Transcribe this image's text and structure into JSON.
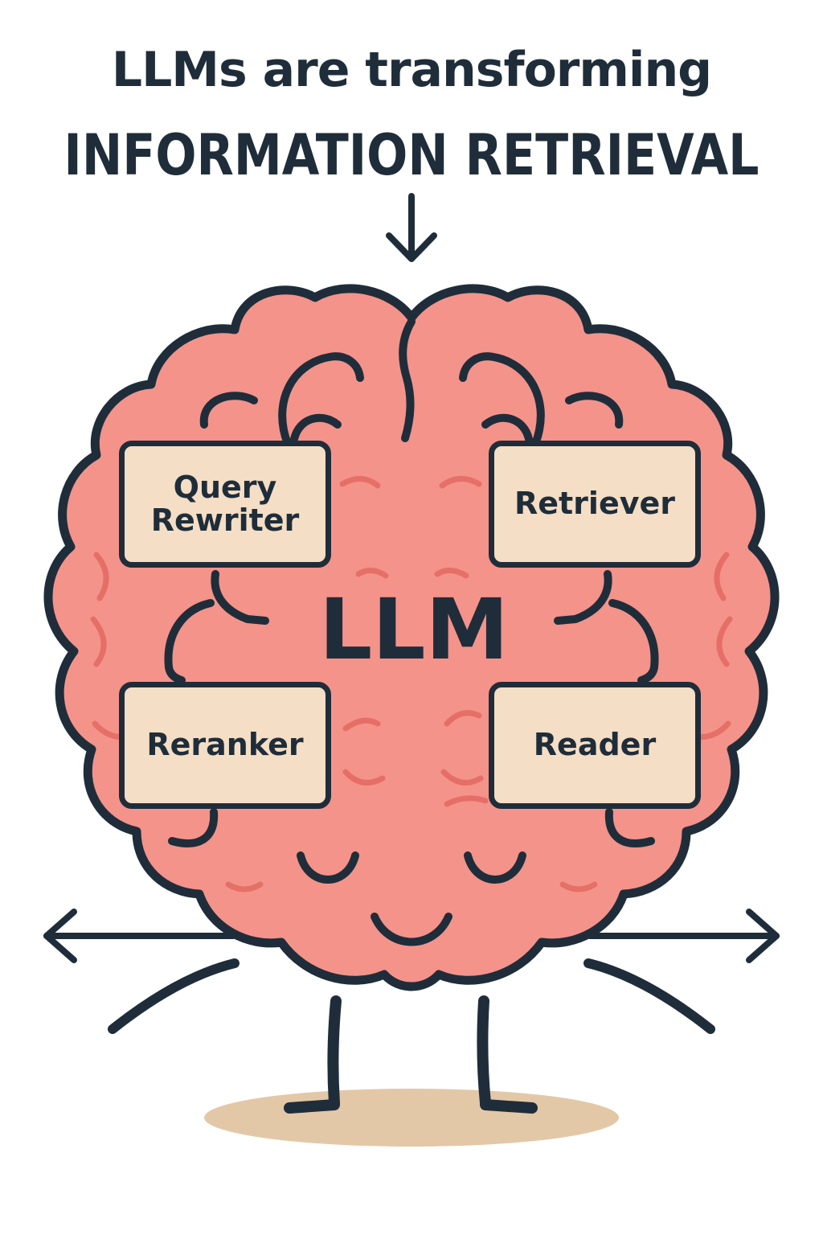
{
  "header": {
    "title_line1": "LLMs are transforming",
    "title_line2": "INFORMATION RETRIEVAL"
  },
  "brain": {
    "center_label": "LLM",
    "components": [
      {
        "id": "query-rewriter",
        "label": "Query\nRewriter"
      },
      {
        "id": "retriever",
        "label": "Retriever"
      },
      {
        "id": "reranker",
        "label": "Reranker"
      },
      {
        "id": "reader",
        "label": "Reader"
      }
    ]
  },
  "colors": {
    "outline": "#1f2d3a",
    "brain_fill": "#f4938a",
    "brain_crease": "#e0645c",
    "box_fill": "#f4dec5",
    "shadow": "#e3c8a8"
  },
  "icons": [
    "arrow-down-icon",
    "arrow-left-icon",
    "arrow-right-icon"
  ]
}
